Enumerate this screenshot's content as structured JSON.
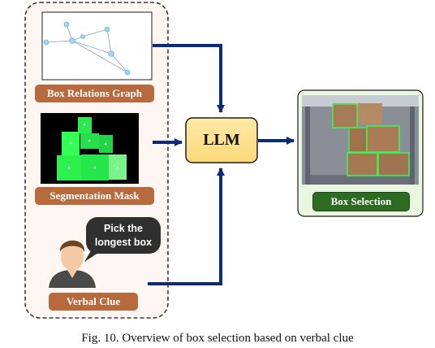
{
  "inputs": {
    "graph_label": "Box Relations Graph",
    "mask_label": "Segmentation Mask",
    "verbal_label": "Verbal Clue",
    "speech_bubble": [
      "Pick the",
      "longest box"
    ]
  },
  "center": {
    "llm_label": "LLM"
  },
  "output": {
    "selection_label": "Box Selection"
  },
  "caption": "Fig. 10. Overview of box selection based on verbal clue"
}
